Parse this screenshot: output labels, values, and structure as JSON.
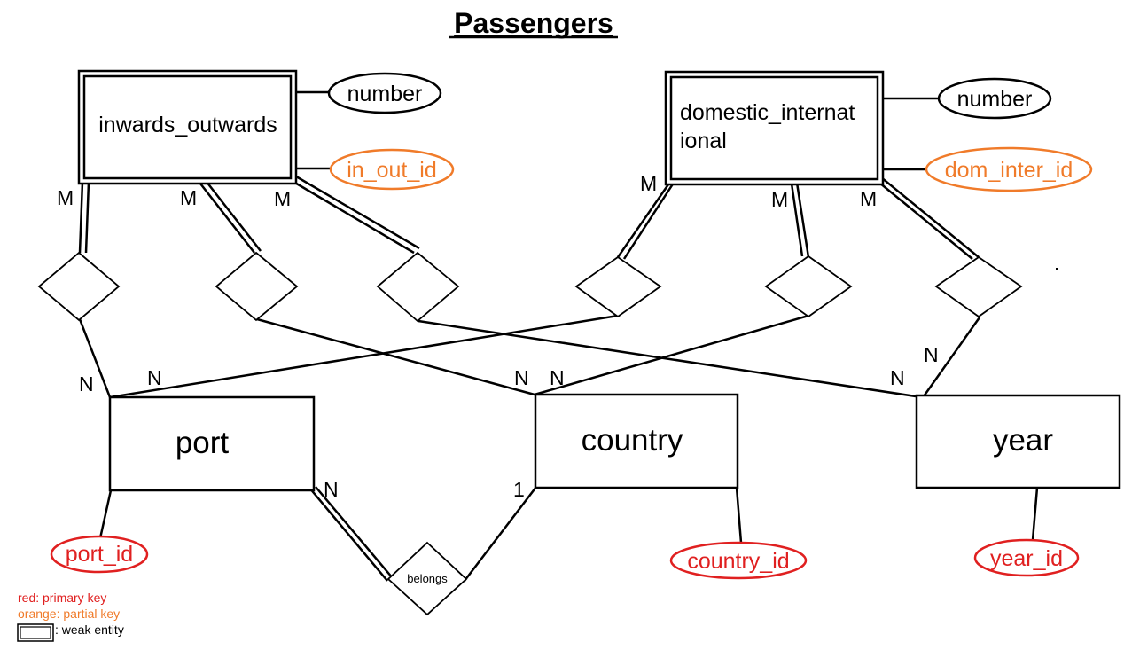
{
  "title": "Passengers",
  "colors": {
    "primary_key": "#e02020",
    "partial_key": "#f07b2a",
    "ink": "#000000"
  },
  "weak_entities": {
    "inwards_outwards": {
      "name": "inwards_outwards",
      "attr_number": "number",
      "partial_key": "in_out_id"
    },
    "domestic_international": {
      "name_line1": "domestic_internat",
      "name_line2": "ional",
      "attr_number": "number",
      "partial_key": "dom_inter_id"
    }
  },
  "entities": {
    "port": {
      "name": "port",
      "key": "port_id"
    },
    "country": {
      "name": "country",
      "key": "country_id"
    },
    "year": {
      "name": "year",
      "key": "year_id"
    }
  },
  "relationships": {
    "belongs": "belongs"
  },
  "cardinality": {
    "io_port": "M",
    "io_country": "M",
    "io_year": "M",
    "di_port": "M",
    "di_country": "M",
    "di_year": "M",
    "port_io": "N",
    "port_di": "N",
    "country_io": "N",
    "country_di": "N",
    "year_io": "N",
    "year_di": "N",
    "port_belongs": "N",
    "country_belongs": "1"
  },
  "legend": {
    "primary": "red: primary key",
    "partial": "orange: partial key",
    "weak": ": weak entity"
  }
}
